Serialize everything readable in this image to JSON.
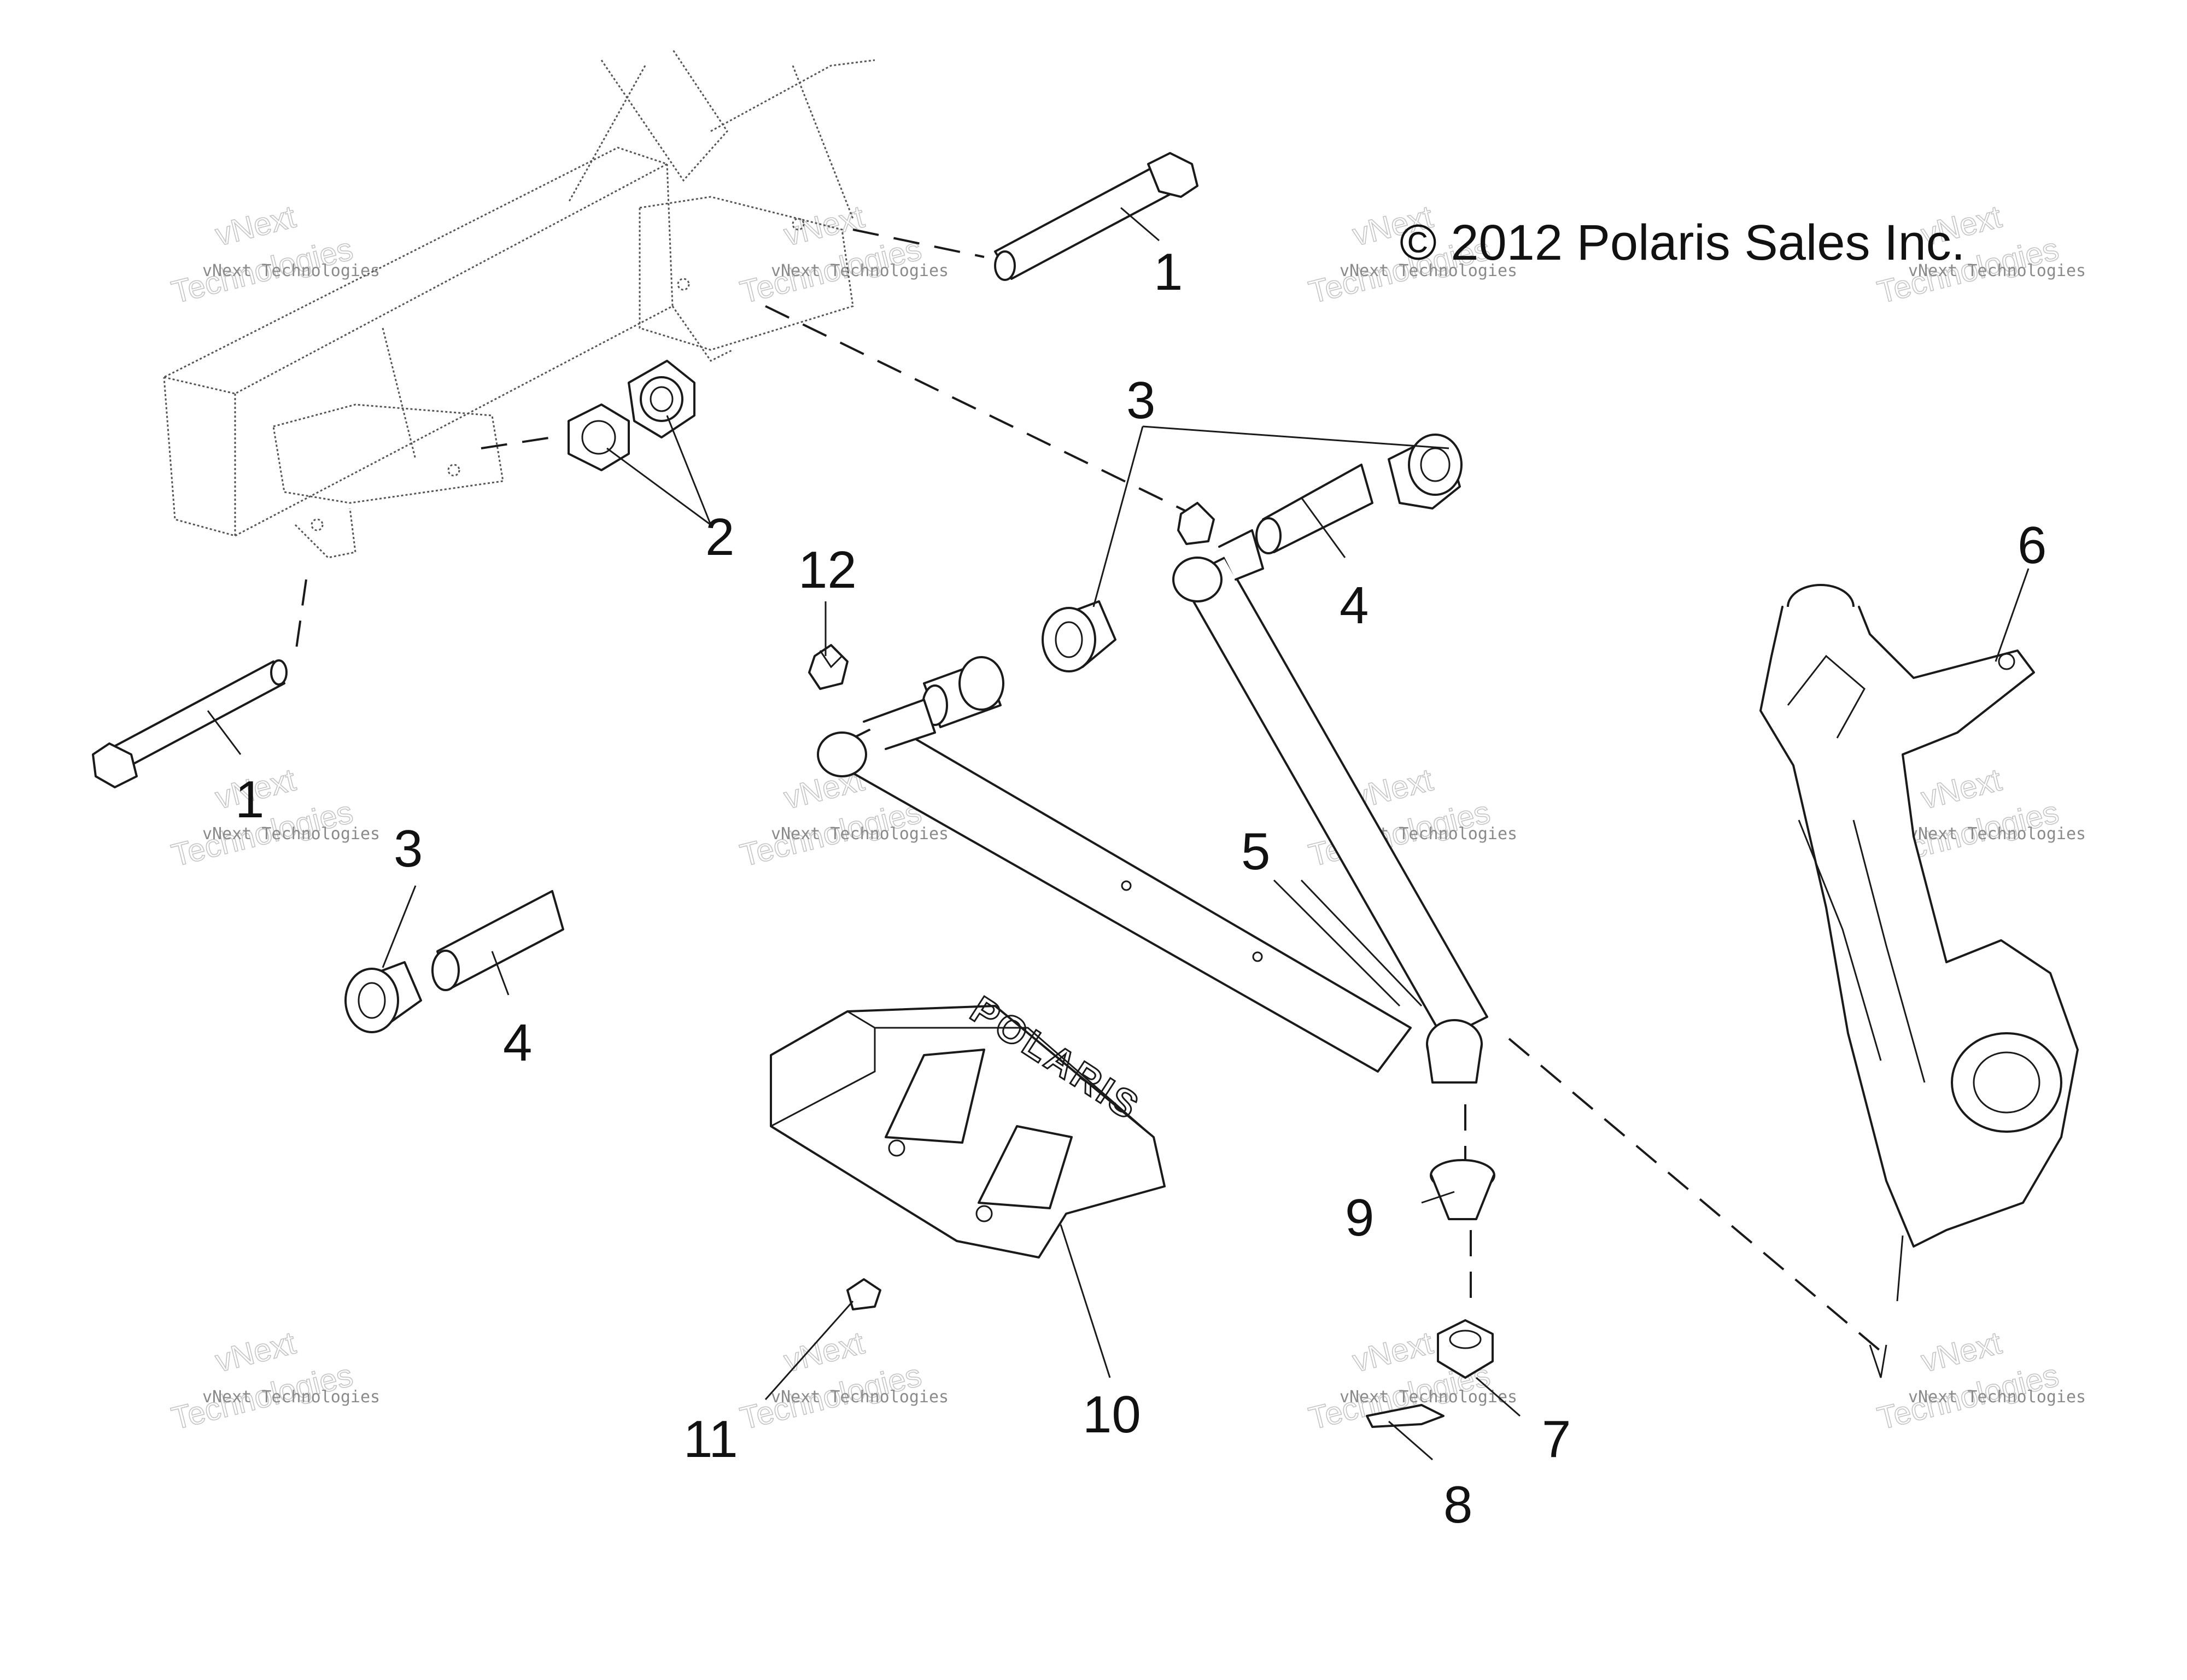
{
  "copyright": "© 2012 Polaris Sales Inc.",
  "logo": "POLARIS",
  "watermark": {
    "line1": "vNext Technologies",
    "line2": "vNext",
    "line3": "Technologies"
  },
  "callouts": [
    {
      "id": "c1a",
      "label": "1"
    },
    {
      "id": "c1b",
      "label": "1"
    },
    {
      "id": "c2",
      "label": "2"
    },
    {
      "id": "c3a",
      "label": "3"
    },
    {
      "id": "c3b",
      "label": "3"
    },
    {
      "id": "c4a",
      "label": "4"
    },
    {
      "id": "c4b",
      "label": "4"
    },
    {
      "id": "c5",
      "label": "5"
    },
    {
      "id": "c6",
      "label": "6"
    },
    {
      "id": "c7",
      "label": "7"
    },
    {
      "id": "c8",
      "label": "8"
    },
    {
      "id": "c9",
      "label": "9"
    },
    {
      "id": "c10",
      "label": "10"
    },
    {
      "id": "c11",
      "label": "11"
    },
    {
      "id": "c12",
      "label": "12"
    }
  ]
}
